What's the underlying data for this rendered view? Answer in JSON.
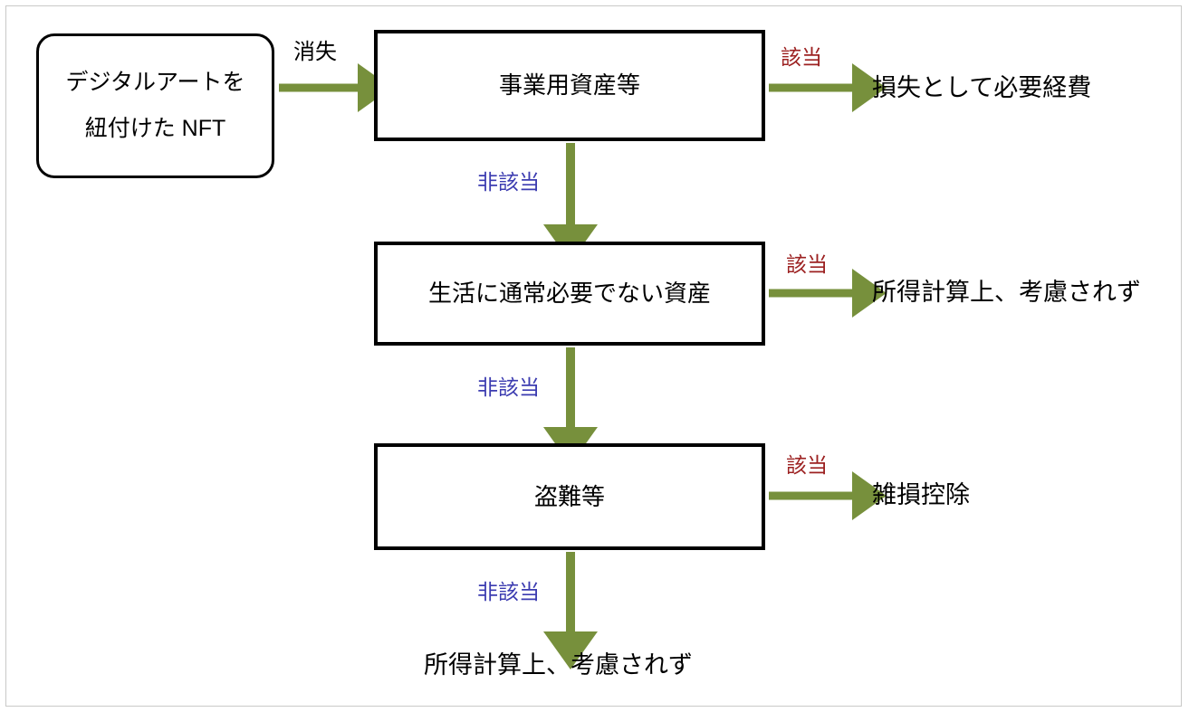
{
  "diagram": {
    "title_present": false,
    "colors": {
      "arrow_green": "#77903c",
      "label_red": "#9c2121",
      "label_blue": "#3b3bb0",
      "node_border": "#000000",
      "frame_border": "#c9c9c7",
      "background": "#ffffff",
      "text": "#000000"
    },
    "start_node": {
      "line1": "デジタルアートを",
      "line2": "紐付けた NFT"
    },
    "decisions": [
      {
        "label": "事業用資産等"
      },
      {
        "label": "生活に通常必要でない資産"
      },
      {
        "label": "盗難等"
      }
    ],
    "outcomes": [
      {
        "label": "損失として必要経費"
      },
      {
        "label": "所得計算上、考慮されず"
      },
      {
        "label": "雑損控除"
      },
      {
        "label": "所得計算上、考慮されず"
      }
    ],
    "edge_labels": {
      "entry": "消失",
      "yes_1": "該当",
      "yes_2": "該当",
      "yes_3": "該当",
      "no_1": "非該当",
      "no_2": "非該当",
      "no_3": "非該当"
    }
  }
}
